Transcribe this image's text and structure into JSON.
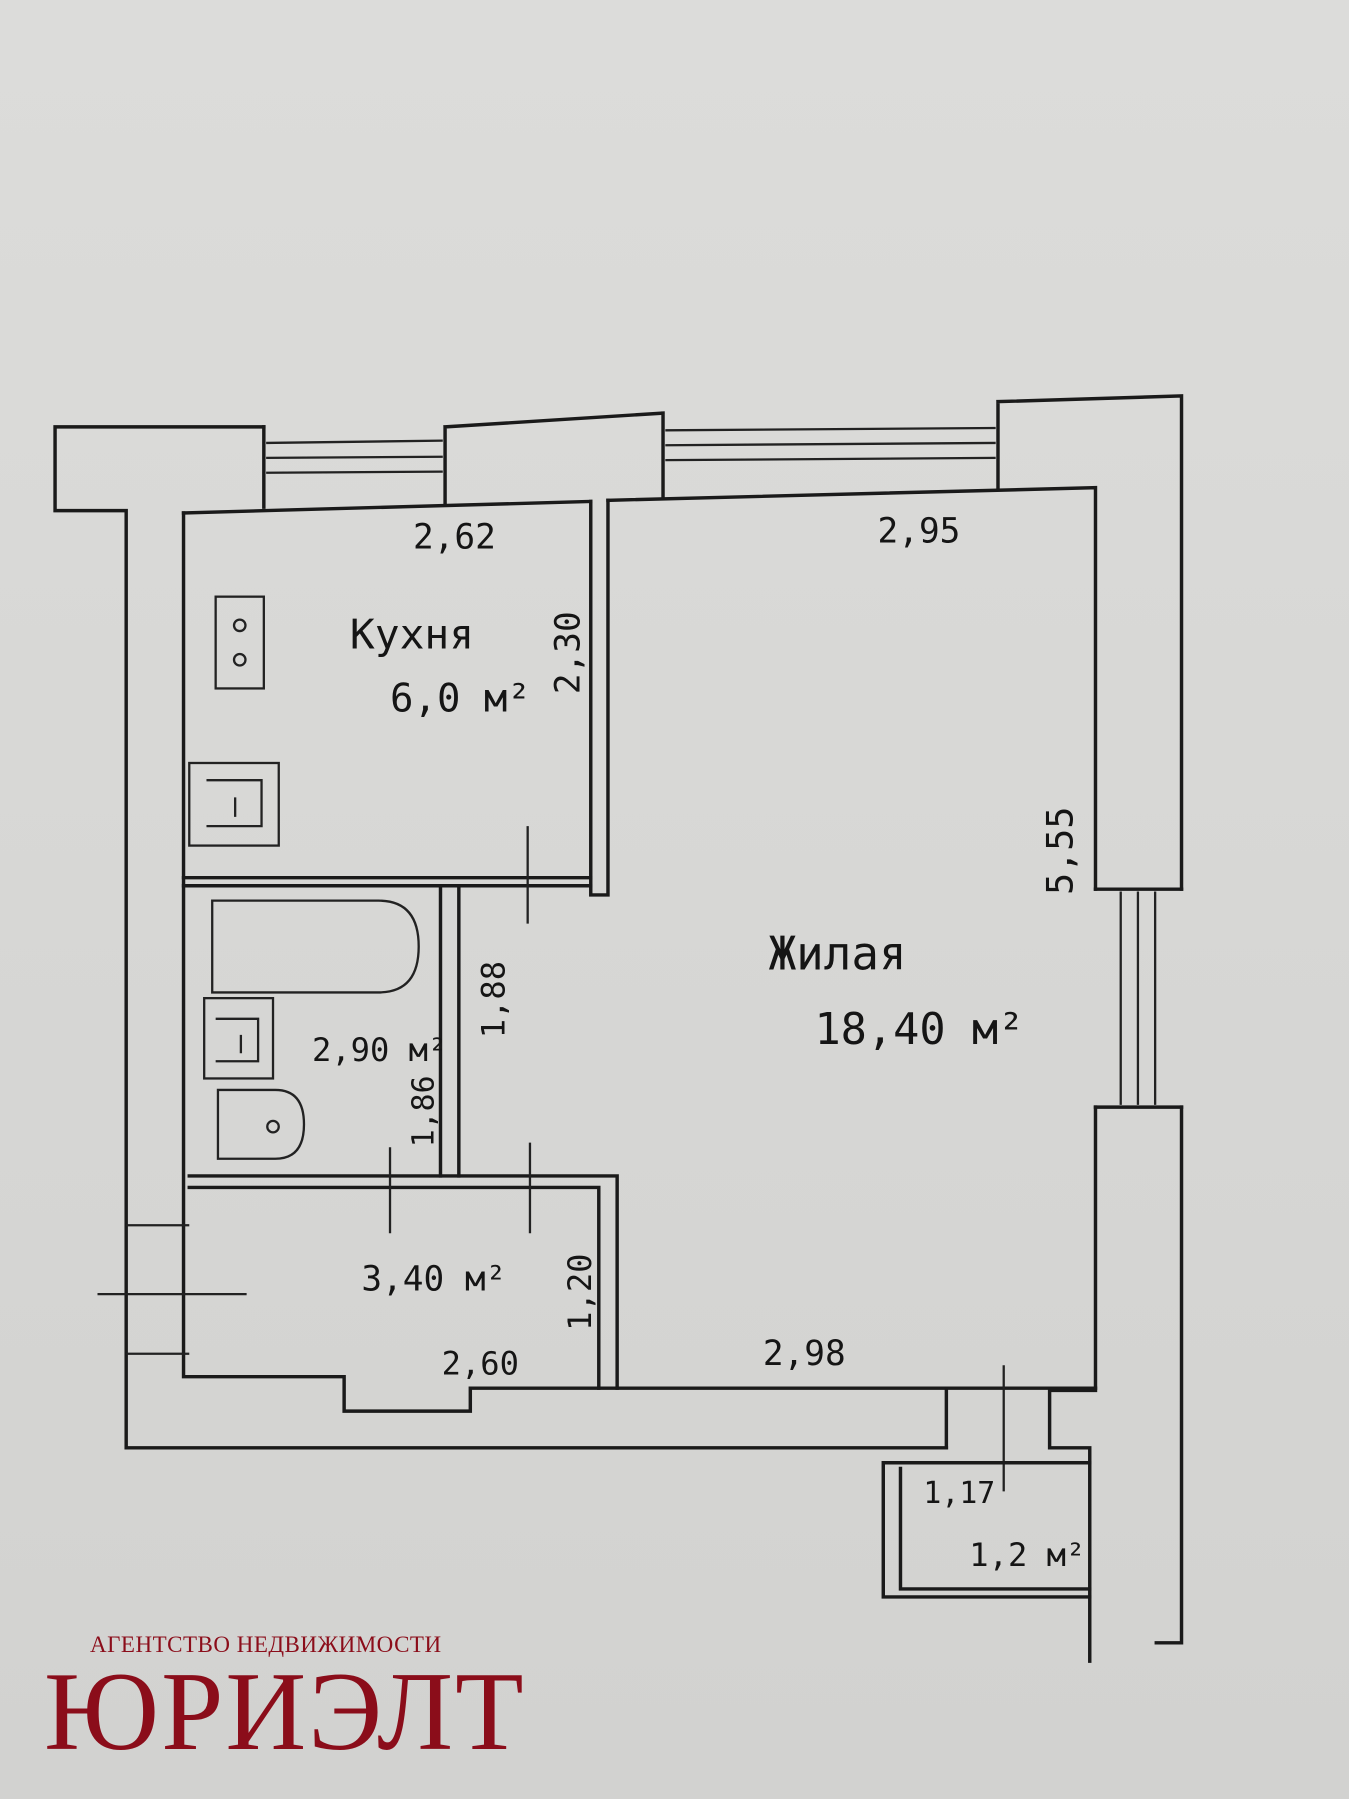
{
  "rooms": {
    "kitchen": {
      "name": "Кухня",
      "area": "6,0 м²",
      "dim_width": "2,62",
      "dim_depth": "2,30"
    },
    "living": {
      "name": "Жилая",
      "area": "18,40 м²",
      "dim_width_top": "2,95",
      "dim_depth": "5,55",
      "dim_width_bottom": "2,98"
    },
    "bathroom": {
      "area": "2,90 м²",
      "dim_a": "1,88",
      "dim_b": "1,86"
    },
    "hallway": {
      "area": "3,40 м²",
      "dim_width": "2,60",
      "dim_depth": "1,20"
    },
    "balcony": {
      "area": "1,2 м²",
      "dim_width": "1,17"
    }
  },
  "branding": {
    "agency_subtitle": "АГЕНТСТВО НЕДВИЖИМОСТИ",
    "agency_name": "ЮРИЭЛТ",
    "brand_color": "#8b0d1a"
  }
}
